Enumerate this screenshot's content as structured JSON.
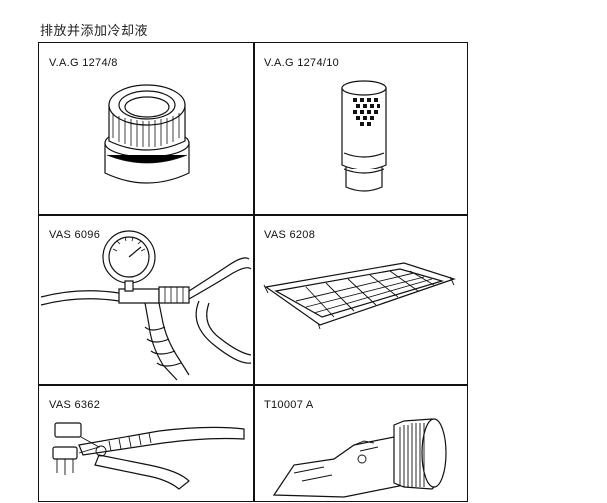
{
  "page": {
    "heading": "排放并添加冷却液"
  },
  "tools": [
    {
      "label": "V.A.G 1274/8",
      "icon": "cap-adapter-icon"
    },
    {
      "label": "V.A.G 1274/10",
      "icon": "cylinder-adapter-icon"
    },
    {
      "label": "VAS 6096",
      "icon": "pressure-gauge-icon"
    },
    {
      "label": "VAS 6208",
      "icon": "drip-tray-icon"
    },
    {
      "label": "VAS 6362",
      "icon": "hose-clamp-pliers-icon"
    },
    {
      "label": "T10007 A",
      "icon": "refractometer-icon"
    }
  ]
}
